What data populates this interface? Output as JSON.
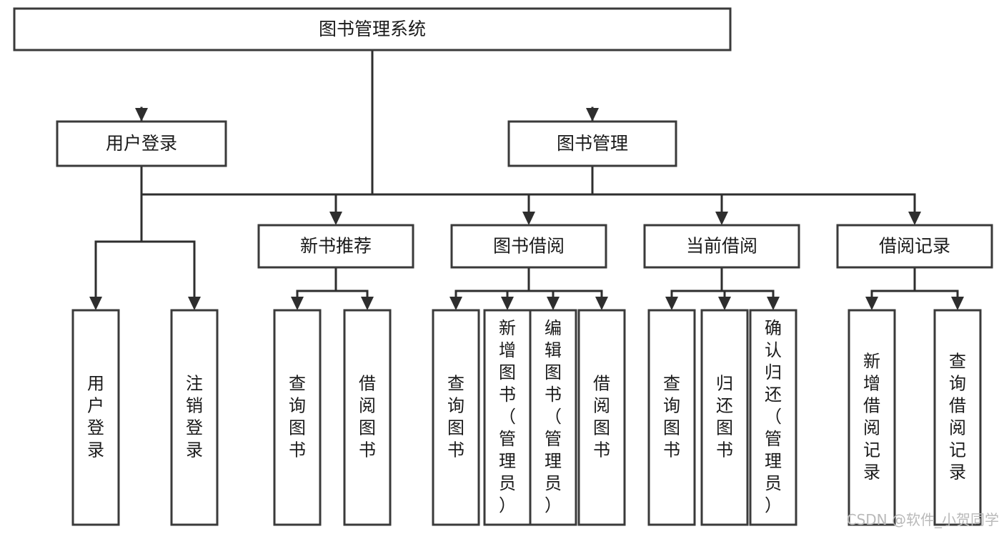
{
  "diagram": {
    "title_node": {
      "id": "root",
      "label": "图书管理系统",
      "orientation": "horizontal"
    },
    "tier2": [
      {
        "id": "user-login",
        "label": "用户登录",
        "orientation": "horizontal"
      },
      {
        "id": "book-manage",
        "label": "图书管理",
        "orientation": "horizontal"
      }
    ],
    "tier3": [
      {
        "id": "new-book-recommend",
        "label": "新书推荐",
        "orientation": "horizontal",
        "parent": "book-manage"
      },
      {
        "id": "book-borrow",
        "label": "图书借阅",
        "orientation": "horizontal",
        "parent": "book-manage"
      },
      {
        "id": "current-borrow",
        "label": "当前借阅",
        "orientation": "horizontal",
        "parent": "book-manage"
      },
      {
        "id": "borrow-record",
        "label": "借阅记录",
        "orientation": "horizontal",
        "parent": "book-manage"
      }
    ],
    "leaves": [
      {
        "id": "leaf-user-login",
        "label": "用户登录",
        "orientation": "vertical",
        "parent": "user-login"
      },
      {
        "id": "leaf-logout-login",
        "label": "注销登录",
        "orientation": "vertical",
        "parent": "user-login"
      },
      {
        "id": "leaf-query-book-1",
        "label": "查询图书",
        "orientation": "vertical",
        "parent": "new-book-recommend"
      },
      {
        "id": "leaf-borrow-book-1",
        "label": "借阅图书",
        "orientation": "vertical",
        "parent": "new-book-recommend"
      },
      {
        "id": "leaf-query-book-2",
        "label": "查询图书",
        "orientation": "vertical",
        "parent": "book-borrow"
      },
      {
        "id": "leaf-add-book",
        "label": "新增图书（管理员）",
        "orientation": "vertical",
        "parent": "book-borrow"
      },
      {
        "id": "leaf-edit-book",
        "label": "编辑图书（管理员）",
        "orientation": "vertical",
        "parent": "book-borrow"
      },
      {
        "id": "leaf-borrow-book-2",
        "label": "借阅图书",
        "orientation": "vertical",
        "parent": "book-borrow"
      },
      {
        "id": "leaf-query-book-3",
        "label": "查询图书",
        "orientation": "vertical",
        "parent": "current-borrow"
      },
      {
        "id": "leaf-return-book",
        "label": "归还图书",
        "orientation": "vertical",
        "parent": "current-borrow"
      },
      {
        "id": "leaf-confirm-return",
        "label": "确认归还（管理员）",
        "orientation": "vertical",
        "parent": "current-borrow"
      },
      {
        "id": "leaf-add-record",
        "label": "新增借阅记录",
        "orientation": "vertical",
        "parent": "borrow-record"
      },
      {
        "id": "leaf-query-record",
        "label": "查询借阅记录",
        "orientation": "vertical",
        "parent": "borrow-record"
      }
    ],
    "colors": {
      "box_stroke": "#3a3a3a",
      "connector": "#2e2e2e",
      "text": "#1a1a1a",
      "background": "#ffffff",
      "watermark": "#b9b9b9"
    }
  },
  "watermark": {
    "text": "CSDN @软件_小贺同学"
  }
}
